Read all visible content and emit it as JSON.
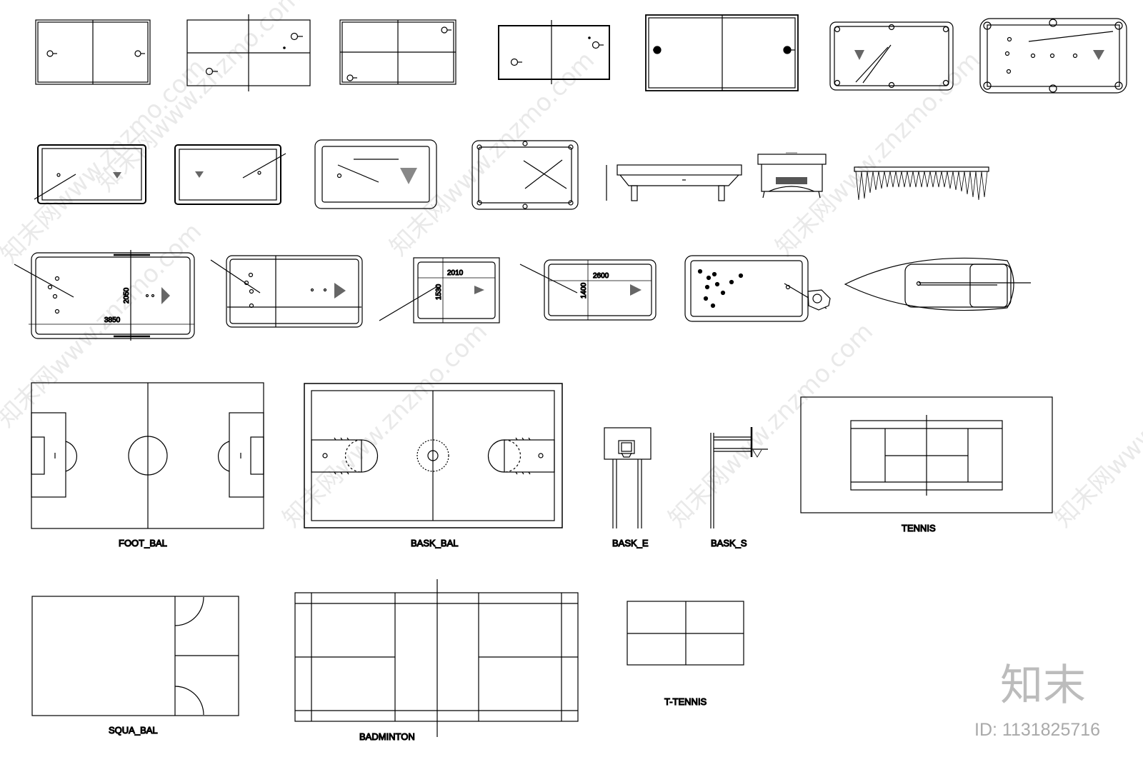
{
  "labels": {
    "foot_bal": "FOOT_BAL",
    "bask_bal": "BASK_BAL",
    "bask_e": "BASK_E",
    "bask_s": "BASK_S",
    "tennis": "TENNIS",
    "squa_bal": "SQUA_BAL",
    "badminton": "BADMINTON",
    "t_tennis": "T-TENNIS"
  },
  "dimensions": {
    "d3850": "3850",
    "d2050": "2050",
    "d2010": "2010",
    "d1530": "1530",
    "d2600": "2600",
    "d1400": "1400"
  },
  "watermark": {
    "site": "知末网www.znzmo.com",
    "logo": "知末",
    "id": "ID: 1131825716"
  },
  "colors": {
    "line": "#000000",
    "watermark": "#d8d8d8",
    "logo": "#bcbcbc"
  }
}
